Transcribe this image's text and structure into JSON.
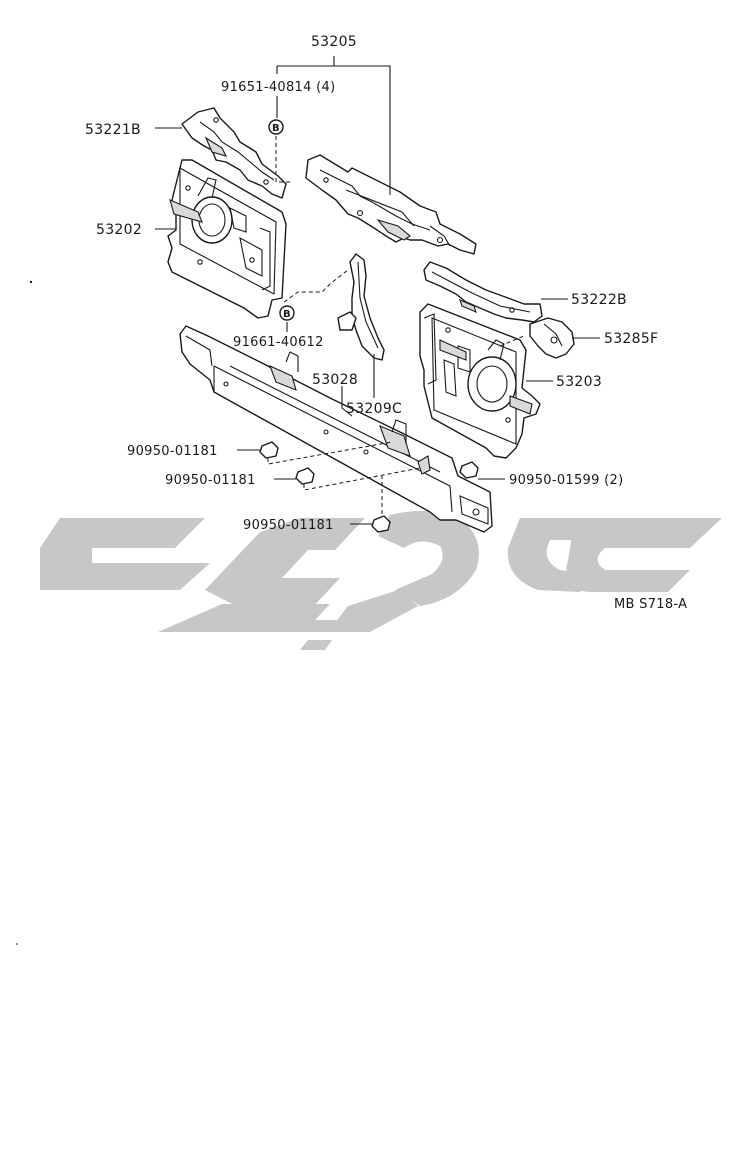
{
  "diagram": {
    "figure_code": "MB S718-A",
    "parts": {
      "assembly": "53205",
      "bolt_upper": "91651-40814 (4)",
      "bracket_left_upper": "53221B",
      "panel_left": "53202",
      "bolt_lower": "91661-40612",
      "bracket_right_upper": "53222B",
      "bracket_right_small": "53285F",
      "panel_right": "53203",
      "cross_member": "53028",
      "brace": "53209C",
      "nut_1": "90950-01181",
      "nut_2": "90950-01181",
      "nut_3": "90950-01181",
      "nut_4": "90950-01599 (2)"
    },
    "bolt_markers": [
      "B",
      "B"
    ]
  }
}
